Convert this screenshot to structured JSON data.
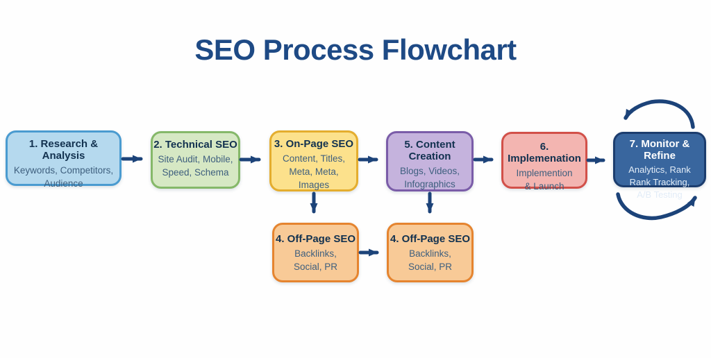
{
  "title": "SEO Process Flowchart",
  "colors": {
    "background": "#fefefe",
    "title_text": "#1e4a85",
    "arrow": "#1c4379",
    "research_fill": "#b5d9ee",
    "research_border": "#4a9bd0",
    "technical_fill": "#d6e8c4",
    "technical_border": "#85b869",
    "onpage_fill": "#fce18c",
    "onpage_border": "#e4ad2e",
    "offpage_fill": "#f8ca97",
    "offpage_border": "#e5842f",
    "content_fill": "#c5b3dd",
    "content_border": "#7a5ca8",
    "implement_fill": "#f3b5b1",
    "implement_border": "#d25049",
    "monitor_fill": "#39669e",
    "monitor_border": "#1c3d6e",
    "step_text": "#12314f",
    "body_text": "#3e5f7e",
    "monitor_text": "#ffffff"
  },
  "nodes": {
    "research": {
      "step": "1. Research & Analysis",
      "body": "Keywords, Competitors,\nAudience"
    },
    "technical": {
      "step": "2. Technical SEO",
      "body": "Site Audit, Mobile,\nSpeed, Schema"
    },
    "onpage": {
      "step": "3. On-Page SEO",
      "body": "Content, Titles,\nMeta, Meta,\nImages"
    },
    "offpage_left": {
      "step": "4. Off-Page SEO",
      "body": "Backlinks,\nSocial, PR"
    },
    "offpage_right": {
      "step": "4. Off-Page SEO",
      "body": "Backlinks,\nSocial, PR"
    },
    "content": {
      "step": "5. Content Creation",
      "body": "Blogs, Videos,\nInfographics"
    },
    "implement": {
      "step": "6. Implemenation",
      "body": "Implemention\n& Launch"
    },
    "monitor": {
      "step": "7. Monitor & Refine",
      "body": "Analytics, Rank\nRank Tracking,\nA/B Testing"
    }
  },
  "arrows": [
    {
      "from": "research",
      "to": "technical",
      "type": "straight"
    },
    {
      "from": "technical",
      "to": "onpage",
      "type": "straight"
    },
    {
      "from": "onpage",
      "to": "content",
      "type": "straight"
    },
    {
      "from": "content",
      "to": "implement",
      "type": "straight"
    },
    {
      "from": "implement",
      "to": "monitor",
      "type": "straight"
    },
    {
      "from": "onpage",
      "to": "offpage_left",
      "type": "straight"
    },
    {
      "from": "content",
      "to": "offpage_right",
      "type": "straight"
    },
    {
      "from": "offpage_left",
      "to": "offpage_right",
      "type": "straight"
    },
    {
      "from": "monitor",
      "to": "monitor",
      "type": "loop-top"
    },
    {
      "from": "monitor",
      "to": "monitor",
      "type": "loop-bottom"
    }
  ]
}
